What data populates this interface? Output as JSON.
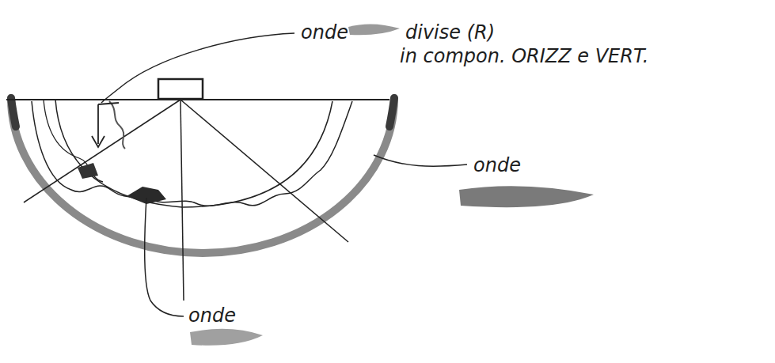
{
  "diagram": {
    "labels": [
      "onde",
      "divise (R)",
      "in compon. ORIZZ e VERT.",
      "onde",
      "onde"
    ]
  }
}
